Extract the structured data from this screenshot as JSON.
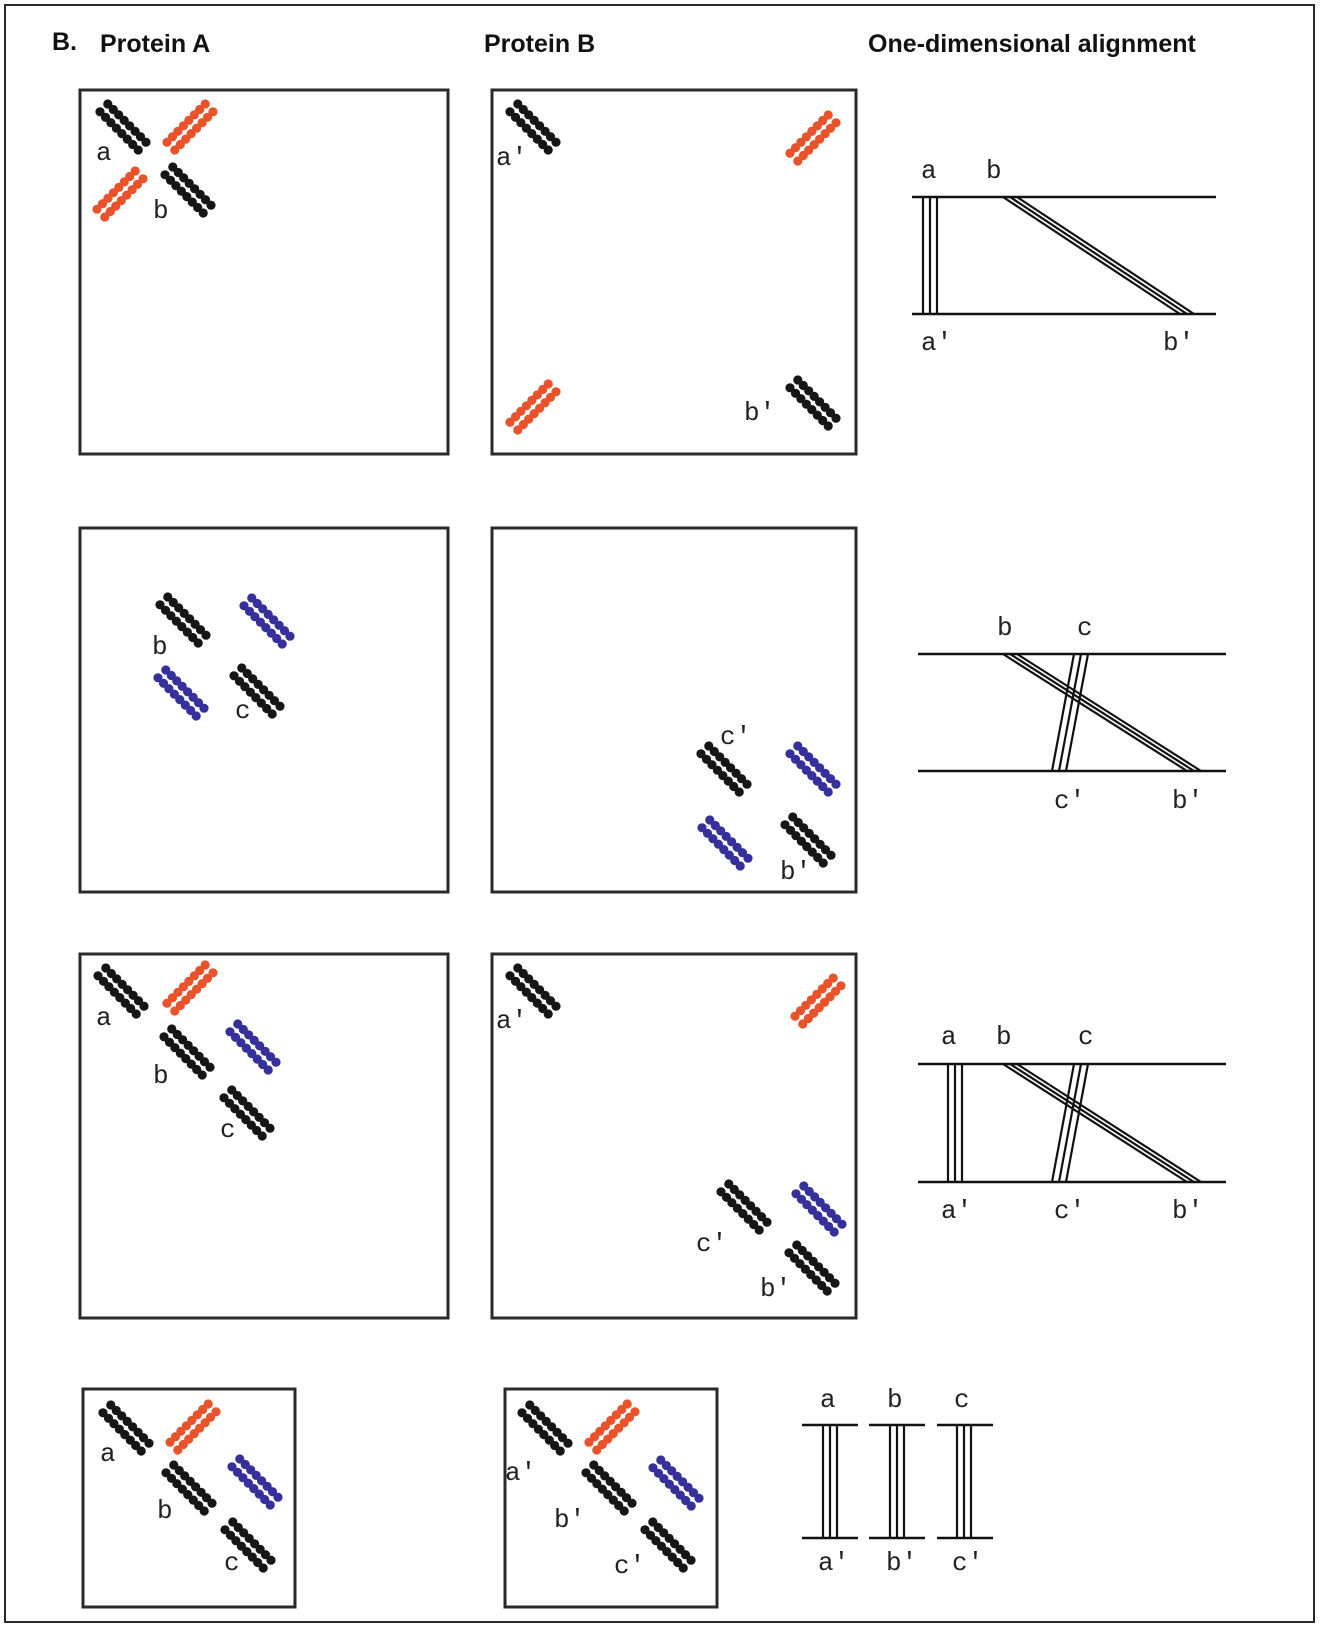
{
  "header": {
    "panel_letter": "B.",
    "col1": "Protein A",
    "col2": "Protein B",
    "col3": "One-dimensional alignment"
  },
  "colors": {
    "black": "#161616",
    "red": "#e8532b",
    "blue": "#35309a",
    "box": "#2a2a2a"
  },
  "rows": [
    {
      "protein_a": {
        "labels": [
          "a",
          "b"
        ],
        "segments": [
          {
            "color": "black",
            "orient": "down",
            "label": "a"
          },
          {
            "color": "red",
            "orient": "up"
          },
          {
            "color": "red",
            "orient": "up"
          },
          {
            "color": "black",
            "orient": "down",
            "label": "b"
          }
        ]
      },
      "protein_b": {
        "labels": [
          "a'",
          "b'"
        ],
        "segments": [
          {
            "color": "black",
            "orient": "down",
            "label": "a'"
          },
          {
            "color": "red",
            "orient": "up"
          },
          {
            "color": "red",
            "orient": "up"
          },
          {
            "color": "black",
            "orient": "down",
            "label": "b'"
          }
        ]
      },
      "alignment": {
        "top": [
          "a",
          "b"
        ],
        "bottom": [
          "a'",
          "b'"
        ],
        "links": [
          [
            "a",
            "a'"
          ],
          [
            "b",
            "b'"
          ]
        ]
      }
    },
    {
      "protein_a": {
        "labels": [
          "b",
          "c"
        ],
        "segments": [
          {
            "color": "black",
            "orient": "down",
            "label": "b"
          },
          {
            "color": "blue",
            "orient": "down"
          },
          {
            "color": "blue",
            "orient": "down"
          },
          {
            "color": "black",
            "orient": "down",
            "label": "c"
          }
        ]
      },
      "protein_b": {
        "labels": [
          "c'",
          "b'"
        ],
        "segments": [
          {
            "color": "black",
            "orient": "down",
            "label": "c'"
          },
          {
            "color": "blue",
            "orient": "down"
          },
          {
            "color": "blue",
            "orient": "down"
          },
          {
            "color": "black",
            "orient": "down",
            "label": "b'"
          }
        ]
      },
      "alignment": {
        "top": [
          "b",
          "c"
        ],
        "bottom": [
          "c'",
          "b'"
        ],
        "links": [
          [
            "b",
            "b'"
          ],
          [
            "c",
            "c'"
          ]
        ]
      }
    },
    {
      "protein_a": {
        "labels": [
          "a",
          "b",
          "c"
        ],
        "segments": [
          {
            "color": "black",
            "orient": "down",
            "label": "a"
          },
          {
            "color": "red",
            "orient": "up"
          },
          {
            "color": "black",
            "orient": "down",
            "label": "b"
          },
          {
            "color": "blue",
            "orient": "down"
          },
          {
            "color": "black",
            "orient": "down",
            "label": "c"
          }
        ]
      },
      "protein_b": {
        "labels": [
          "a'",
          "c'",
          "b'"
        ],
        "segments": [
          {
            "color": "black",
            "orient": "down",
            "label": "a'"
          },
          {
            "color": "red",
            "orient": "up"
          },
          {
            "color": "black",
            "orient": "down",
            "label": "c'"
          },
          {
            "color": "blue",
            "orient": "down"
          },
          {
            "color": "black",
            "orient": "down",
            "label": "b'"
          }
        ]
      },
      "alignment": {
        "top": [
          "a",
          "b",
          "c"
        ],
        "bottom": [
          "a'",
          "c'",
          "b'"
        ],
        "links": [
          [
            "a",
            "a'"
          ],
          [
            "b",
            "b'"
          ],
          [
            "c",
            "c'"
          ]
        ]
      }
    },
    {
      "protein_a": {
        "labels": [
          "a",
          "b",
          "c"
        ],
        "segments": [
          {
            "color": "black",
            "orient": "down",
            "label": "a"
          },
          {
            "color": "red",
            "orient": "up"
          },
          {
            "color": "black",
            "orient": "down",
            "label": "b"
          },
          {
            "color": "blue",
            "orient": "down"
          },
          {
            "color": "black",
            "orient": "down",
            "label": "c"
          }
        ]
      },
      "protein_b": {
        "labels": [
          "a'",
          "b'",
          "c'"
        ],
        "segments": [
          {
            "color": "black",
            "orient": "down",
            "label": "a'"
          },
          {
            "color": "red",
            "orient": "up"
          },
          {
            "color": "black",
            "orient": "down",
            "label": "b'"
          },
          {
            "color": "blue",
            "orient": "down"
          },
          {
            "color": "black",
            "orient": "down",
            "label": "c'"
          }
        ]
      },
      "alignment": {
        "top": [
          "a",
          "b",
          "c"
        ],
        "bottom": [
          "a'",
          "b'",
          "c'"
        ],
        "links": [
          [
            "a",
            "a'"
          ],
          [
            "b",
            "b'"
          ],
          [
            "c",
            "c'"
          ]
        ]
      }
    }
  ]
}
